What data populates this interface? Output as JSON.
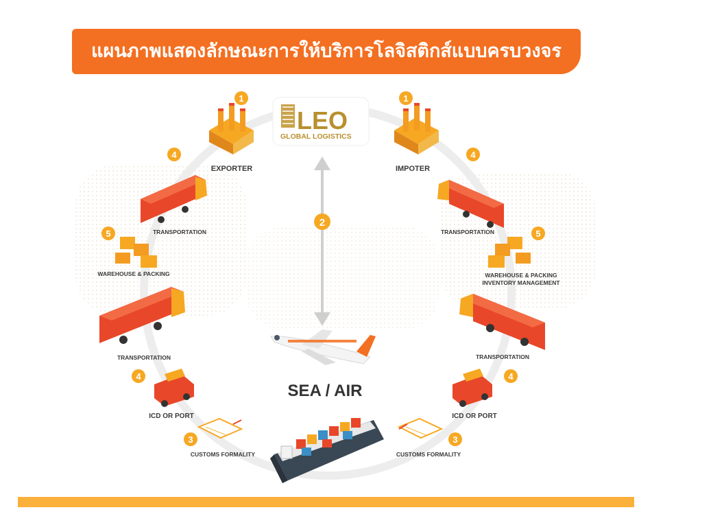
{
  "header": {
    "title": "แผนภาพแสดงลักษณะการให้บริการโลจิสติกส์แบบครบวงจร"
  },
  "logo": {
    "brand": "LEO",
    "subtitle": "GLOBAL LOGISTICS"
  },
  "center": {
    "label": "SEA / AIR",
    "step": "2"
  },
  "left": {
    "exporter": {
      "label": "EXPORTER",
      "step": "1"
    },
    "transport_top": {
      "label": "TRANSPORTATION",
      "step": "4"
    },
    "warehouse": {
      "label": "WAREHOUSE & PACKING",
      "step": "5"
    },
    "transport_mid": {
      "label": "TRANSPORTATION"
    },
    "icd": {
      "label": "ICD OR PORT",
      "step": "4"
    },
    "customs": {
      "label": "CUSTOMS FORMALITY",
      "step": "3"
    }
  },
  "right": {
    "importer": {
      "label": "IMPOTER",
      "step": "1"
    },
    "transport_top": {
      "label": "TRANSPORTATION",
      "step": "4"
    },
    "warehouse": {
      "label": "WAREHOUSE & PACKING",
      "label2": "INVENTORY MANAGEMENT",
      "step": "5"
    },
    "transport_mid": {
      "label": "TRANSPORTATION"
    },
    "icd": {
      "label": "ICD OR PORT",
      "step": "4"
    },
    "customs": {
      "label": "CUSTOMS FORMALITY",
      "step": "3"
    }
  },
  "colors": {
    "orange": "#f36f21",
    "badge": "#f6a823",
    "truck": "#e8472a",
    "bar": "#fbb03b",
    "gold": "#b8902f"
  }
}
